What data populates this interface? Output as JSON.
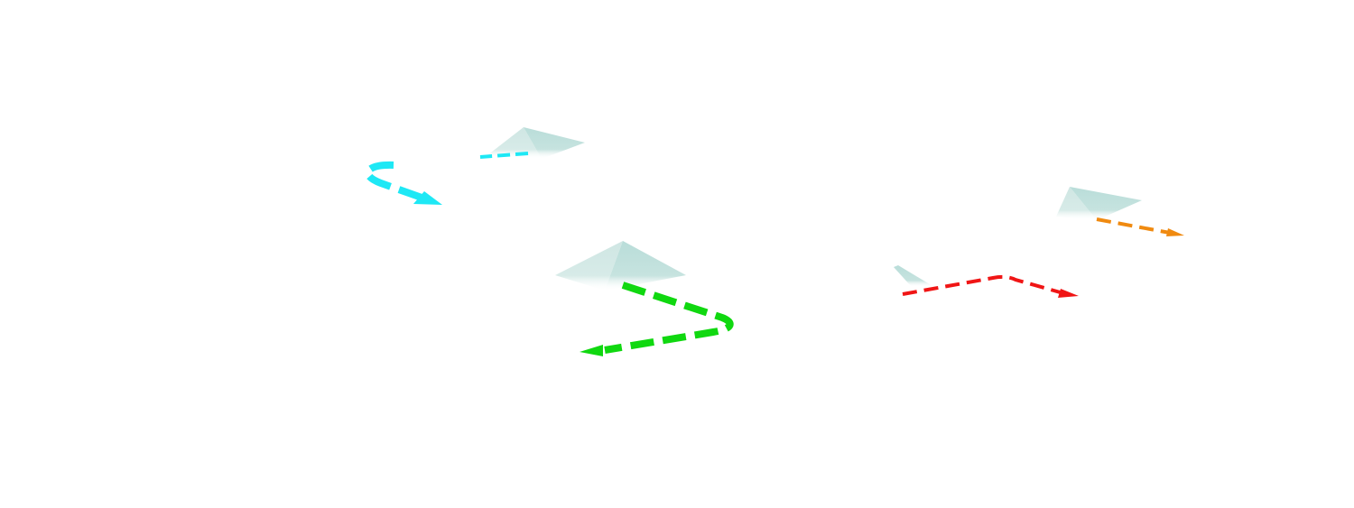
{
  "scene": {
    "background": "#ffffff",
    "pyramid_color": "#b9ddd9",
    "paths": [
      {
        "name": "cyan-path",
        "color": "#1ee8f5"
      },
      {
        "name": "green-path",
        "color": "#10d810"
      },
      {
        "name": "red-path",
        "color": "#f01515"
      },
      {
        "name": "orange-path",
        "color": "#f08a10"
      }
    ]
  }
}
